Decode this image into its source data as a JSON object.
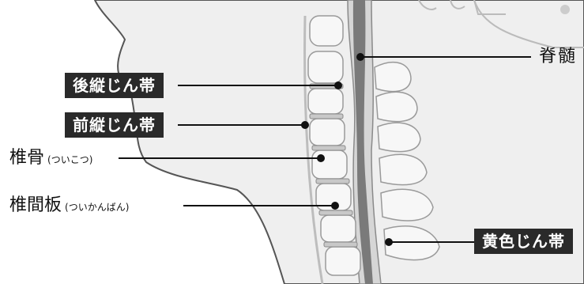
{
  "labels": {
    "spinal_cord": "脊髄",
    "posterior_ligament": "後縦じん帯",
    "anterior_ligament": "前縦じん帯",
    "vertebra": {
      "main": "椎骨",
      "reading": "(ついこつ)"
    },
    "disc": {
      "main": "椎間板",
      "reading": "(ついかんばん)"
    },
    "yellow_ligament": "黄色じん帯"
  },
  "colors": {
    "skin_fill": "#efefef",
    "outline": "#555555",
    "bone": "#f7f7f7",
    "bone_edge": "#9a9a9a",
    "cord": "#7a7a7a",
    "leader_line": "#111111",
    "label_bg": "#2a2a2a"
  }
}
